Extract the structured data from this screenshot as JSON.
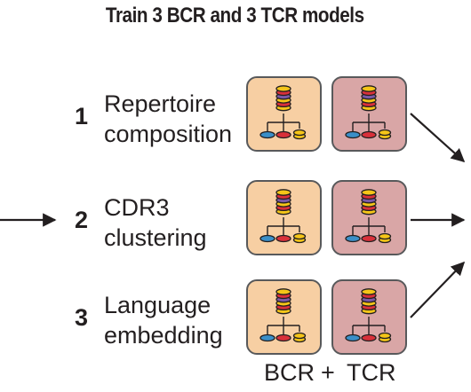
{
  "title": "Train 3 BCR and 3 TCR models",
  "rows": [
    {
      "number": "1",
      "line1": "Repertoire",
      "line2": "composition"
    },
    {
      "number": "2",
      "line1": "CDR3",
      "line2": "clustering"
    },
    {
      "number": "3",
      "line1": "Language",
      "line2": "embedding"
    }
  ],
  "footer": {
    "bcr": "BCR",
    "plus": "+",
    "tcr": "TCR"
  },
  "colors": {
    "bcr_box": "#f7cfa3",
    "tcr_box": "#d9a6a6",
    "coin_yellow": "#f5c518",
    "coin_red": "#d9303a",
    "coin_blue": "#3a8fc8",
    "coin_purple": "#7a5aa6",
    "line": "#231f20"
  },
  "icon": "model-tree-icon"
}
